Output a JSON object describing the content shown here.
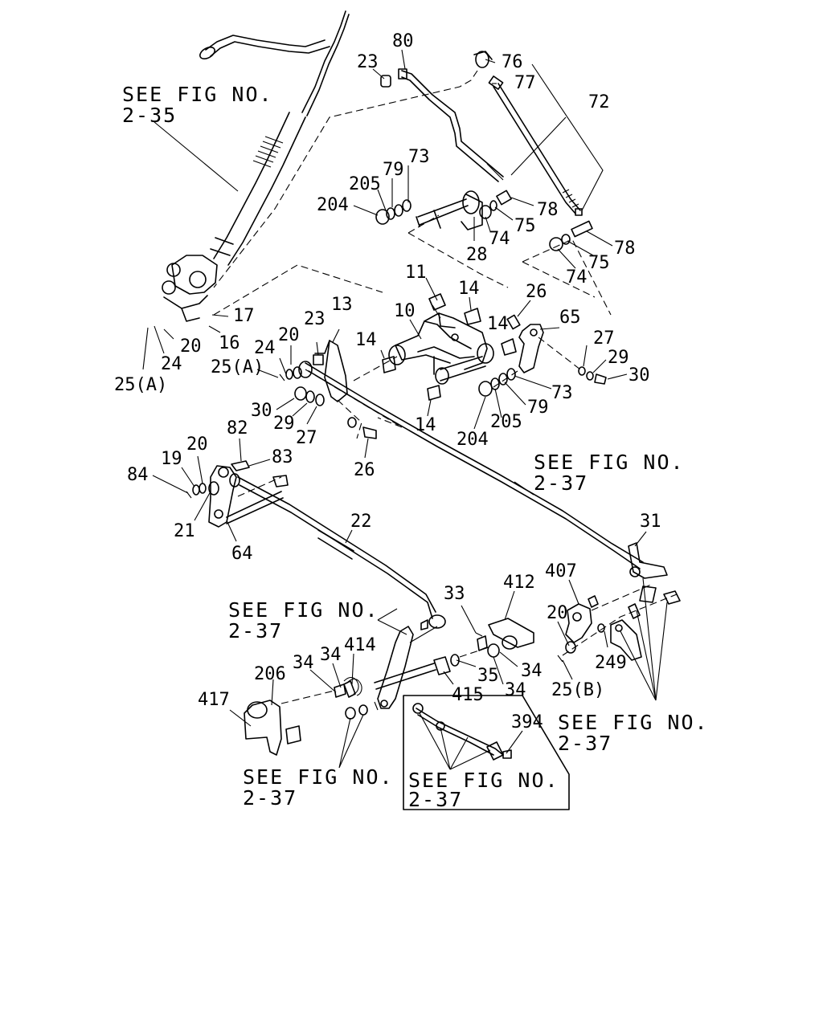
{
  "references": {
    "fig_2_35": [
      "SEE FIG NO.",
      "2-35"
    ],
    "fig_2_37_right": [
      "SEE FIG NO.",
      "2-37"
    ],
    "fig_2_37_left": [
      "SEE FIG NO.",
      "2-37"
    ],
    "fig_2_37_bottom_right": [
      "SEE FIG NO.",
      "2-37"
    ],
    "fig_2_37_bottom_left": [
      "SEE FIG NO.",
      "2-37"
    ],
    "fig_2_37_boxed": [
      "SEE FIG NO.",
      "2-37"
    ]
  },
  "callouts": [
    {
      "id": "c80",
      "text": "80"
    },
    {
      "id": "c23a",
      "text": "23"
    },
    {
      "id": "c76",
      "text": "76"
    },
    {
      "id": "c77",
      "text": "77"
    },
    {
      "id": "c72",
      "text": "72"
    },
    {
      "id": "c79a",
      "text": "79"
    },
    {
      "id": "c73a",
      "text": "73"
    },
    {
      "id": "c205a",
      "text": "205"
    },
    {
      "id": "c204a",
      "text": "204"
    },
    {
      "id": "c78a",
      "text": "78"
    },
    {
      "id": "c75a",
      "text": "75"
    },
    {
      "id": "c74a",
      "text": "74"
    },
    {
      "id": "c28",
      "text": "28"
    },
    {
      "id": "c78b",
      "text": "78"
    },
    {
      "id": "c75b",
      "text": "75"
    },
    {
      "id": "c74b",
      "text": "74"
    },
    {
      "id": "c11",
      "text": "11"
    },
    {
      "id": "c14a",
      "text": "14"
    },
    {
      "id": "c26a",
      "text": "26"
    },
    {
      "id": "c65",
      "text": "65"
    },
    {
      "id": "c17",
      "text": "17"
    },
    {
      "id": "c16",
      "text": "16"
    },
    {
      "id": "c20a",
      "text": "20"
    },
    {
      "id": "c24a",
      "text": "24"
    },
    {
      "id": "c25a",
      "text": "25(A)"
    },
    {
      "id": "c23b",
      "text": "23"
    },
    {
      "id": "c13",
      "text": "13"
    },
    {
      "id": "c20b",
      "text": "20"
    },
    {
      "id": "c24b",
      "text": "24"
    },
    {
      "id": "c25b",
      "text": "25(A)"
    },
    {
      "id": "c10",
      "text": "10"
    },
    {
      "id": "c14b",
      "text": "14"
    },
    {
      "id": "c14c",
      "text": "14"
    },
    {
      "id": "c27a",
      "text": "27"
    },
    {
      "id": "c29a",
      "text": "29"
    },
    {
      "id": "c30a",
      "text": "30"
    },
    {
      "id": "c73b",
      "text": "73"
    },
    {
      "id": "c79b",
      "text": "79"
    },
    {
      "id": "c205b",
      "text": "205"
    },
    {
      "id": "c204b",
      "text": "204"
    },
    {
      "id": "c14d",
      "text": "14"
    },
    {
      "id": "c30b",
      "text": "30"
    },
    {
      "id": "c29b",
      "text": "29"
    },
    {
      "id": "c27b",
      "text": "27"
    },
    {
      "id": "c26b",
      "text": "26"
    },
    {
      "id": "c82",
      "text": "82"
    },
    {
      "id": "c83",
      "text": "83"
    },
    {
      "id": "c20c",
      "text": "20"
    },
    {
      "id": "c19",
      "text": "19"
    },
    {
      "id": "c84",
      "text": "84"
    },
    {
      "id": "c21",
      "text": "21"
    },
    {
      "id": "c64",
      "text": "64"
    },
    {
      "id": "c22",
      "text": "22"
    },
    {
      "id": "c31",
      "text": "31"
    },
    {
      "id": "c407",
      "text": "407"
    },
    {
      "id": "c412",
      "text": "412"
    },
    {
      "id": "c33",
      "text": "33"
    },
    {
      "id": "c20d",
      "text": "20"
    },
    {
      "id": "c249",
      "text": "249"
    },
    {
      "id": "c25c",
      "text": "25(B)"
    },
    {
      "id": "c414",
      "text": "414"
    },
    {
      "id": "c34a",
      "text": "34"
    },
    {
      "id": "c34b",
      "text": "34"
    },
    {
      "id": "c206",
      "text": "206"
    },
    {
      "id": "c417",
      "text": "417"
    },
    {
      "id": "c35",
      "text": "35"
    },
    {
      "id": "c34c",
      "text": "34"
    },
    {
      "id": "c34d",
      "text": "34"
    },
    {
      "id": "c415",
      "text": "415"
    },
    {
      "id": "c394",
      "text": "394"
    }
  ]
}
